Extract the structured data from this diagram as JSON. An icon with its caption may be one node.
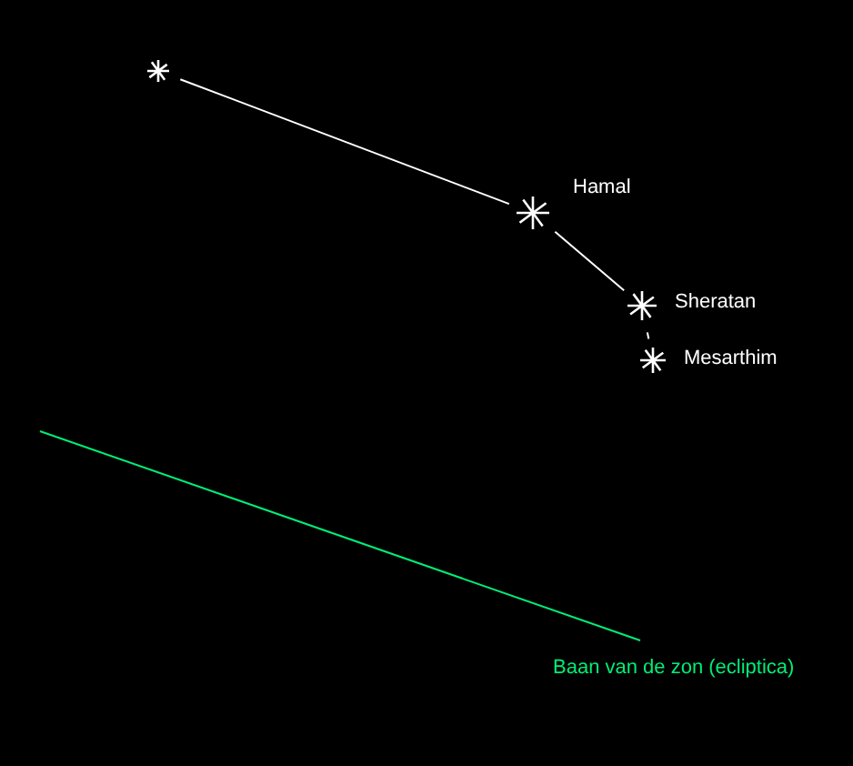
{
  "diagram": {
    "nodes": [
      {
        "text": [],
        "shape": "star"
      },
      {
        "text": [
          "Hamal"
        ]
      },
      {
        "text": [
          "Sheratan"
        ]
      },
      {
        "text": [
          "Mesarthim"
        ]
      }
    ],
    "edges": [
      {
        "from": 0,
        "to": 1,
        "arrow": "none"
      },
      {
        "from": 1,
        "to": 2,
        "arrow": "none"
      },
      {
        "from": 2,
        "to": 3,
        "arrow": "none"
      }
    ],
    "labels": [
      "Baan van de zon (ecliptica)"
    ]
  }
}
